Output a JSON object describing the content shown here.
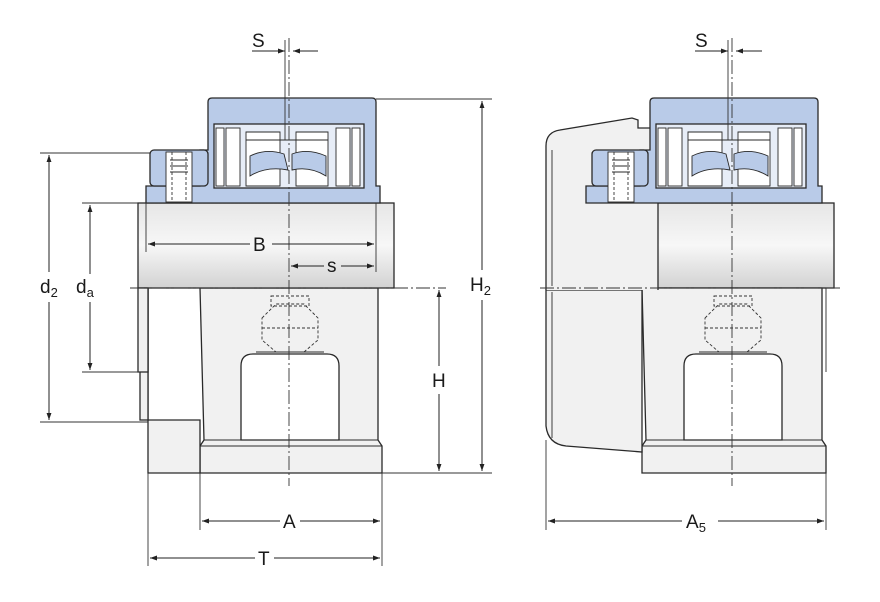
{
  "labels": {
    "s_left": "S",
    "s_right": "S",
    "b": "B",
    "s_lower": "s",
    "d2_main": "d",
    "d2_sub": "2",
    "da_main": "d",
    "da_sub": "a",
    "h2_main": "H",
    "h2_sub": "2",
    "h": "H",
    "a": "A",
    "t": "T",
    "a5_main": "A",
    "a5_sub": "5"
  },
  "colors": {
    "bearing": "#b9cbe8",
    "housing": "#f1f1f1",
    "shaft": "#d9d9d9",
    "line": "#2a2a2a"
  }
}
